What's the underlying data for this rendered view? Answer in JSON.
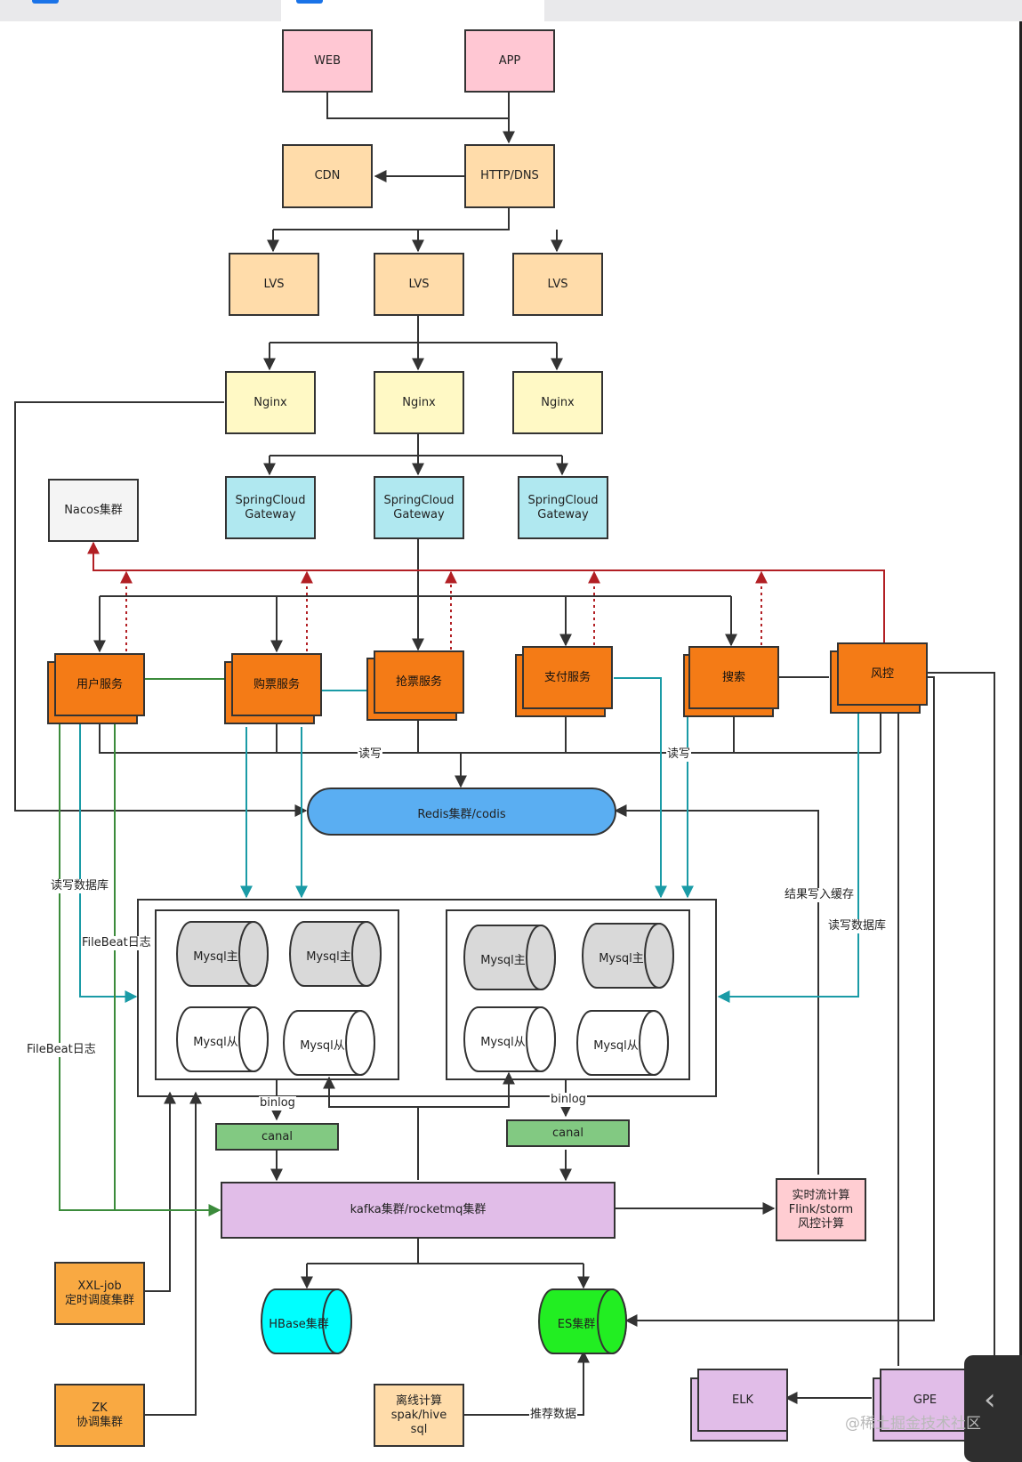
{
  "nodes": {
    "web": "WEB",
    "app": "APP",
    "cdn": "CDN",
    "http_dns": "HTTP/DNS",
    "lvs": "LVS",
    "nginx": "Nginx",
    "gateway_line1": "SpringCloud",
    "gateway_line2": "Gateway",
    "nacos": "Nacos集群",
    "user_service": "用户服务",
    "ticket_service": "购票服务",
    "grab_service": "抢票服务",
    "pay_service": "支付服务",
    "search": "搜索",
    "risk": "风控",
    "redis": "Redis集群/codis",
    "mysql_master": "Mysql主",
    "mysql_slave": "Mysql从",
    "canal": "canal",
    "kafka": "kafka集群/rocketmq集群",
    "stream_line1": "实时流计算",
    "stream_line2": "Flink/storm",
    "stream_line3": "风控计算",
    "xxl_line1": "XXL-job",
    "xxl_line2": "定时调度集群",
    "zk_line1": "ZK",
    "zk_line2": "协调集群",
    "hbase": "HBase集群",
    "es": "ES集群",
    "offline_line1": "离线计算",
    "offline_line2": "spak/hive",
    "offline_line3": "sql",
    "elk": "ELK",
    "gpe": "GPE"
  },
  "edge_labels": {
    "read_write": "读写",
    "read_write_db": "读写数据库",
    "filebeat_log": "FileBeat日志",
    "binlog": "binlog",
    "result_to_cache": "结果写入缓存",
    "recommend_data": "推荐数据"
  },
  "watermark": "@稀土掘金技术社区",
  "colors": {
    "dark_line": "#333333",
    "red_line": "#b21f24",
    "teal_line": "#1a9ba6",
    "green_line": "#3b8b3b",
    "orange_service": "#f47b16",
    "redis_blue": "#5aaef2",
    "hbase_cyan": "#00ffff",
    "es_green": "#22ee22"
  }
}
